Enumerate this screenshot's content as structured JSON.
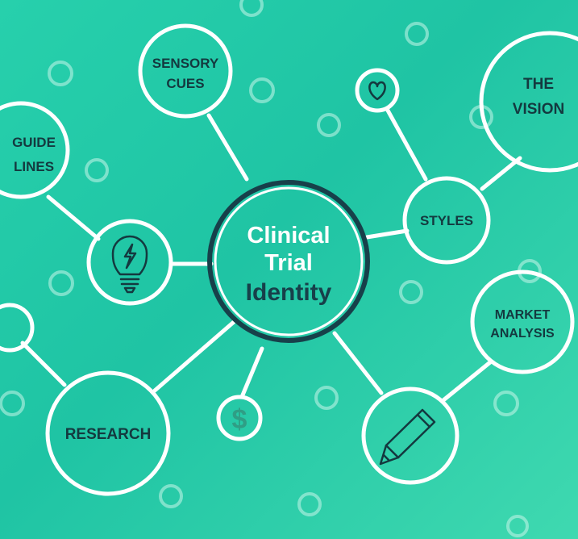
{
  "center": {
    "line1": "Clinical",
    "line2": "Trial",
    "line3": "Identity"
  },
  "nodes": {
    "sensory_cues": {
      "line1": "SENSORY",
      "line2": "CUES"
    },
    "guide_lines": {
      "line1": "GUIDE",
      "line2": "LINES"
    },
    "research": {
      "label": "RESEARCH"
    },
    "styles": {
      "label": "STYLES"
    },
    "the_vision": {
      "line1": "THE",
      "line2": "VISION"
    },
    "market_analysis": {
      "line1": "MARKET",
      "line2": "ANALYSIS"
    }
  },
  "icons": {
    "heart": "heart-icon",
    "lightbulb": "lightbulb-icon",
    "dollar": "dollar-icon",
    "pencil": "pencil-icon"
  },
  "dollar_symbol": "$",
  "colors": {
    "background": "#22c9a8",
    "node_stroke": "#ffffff",
    "label_text": "#14393f",
    "center_ring": "#17404a",
    "center_text_top": "#ffffff",
    "center_text_bottom": "#17404a"
  }
}
